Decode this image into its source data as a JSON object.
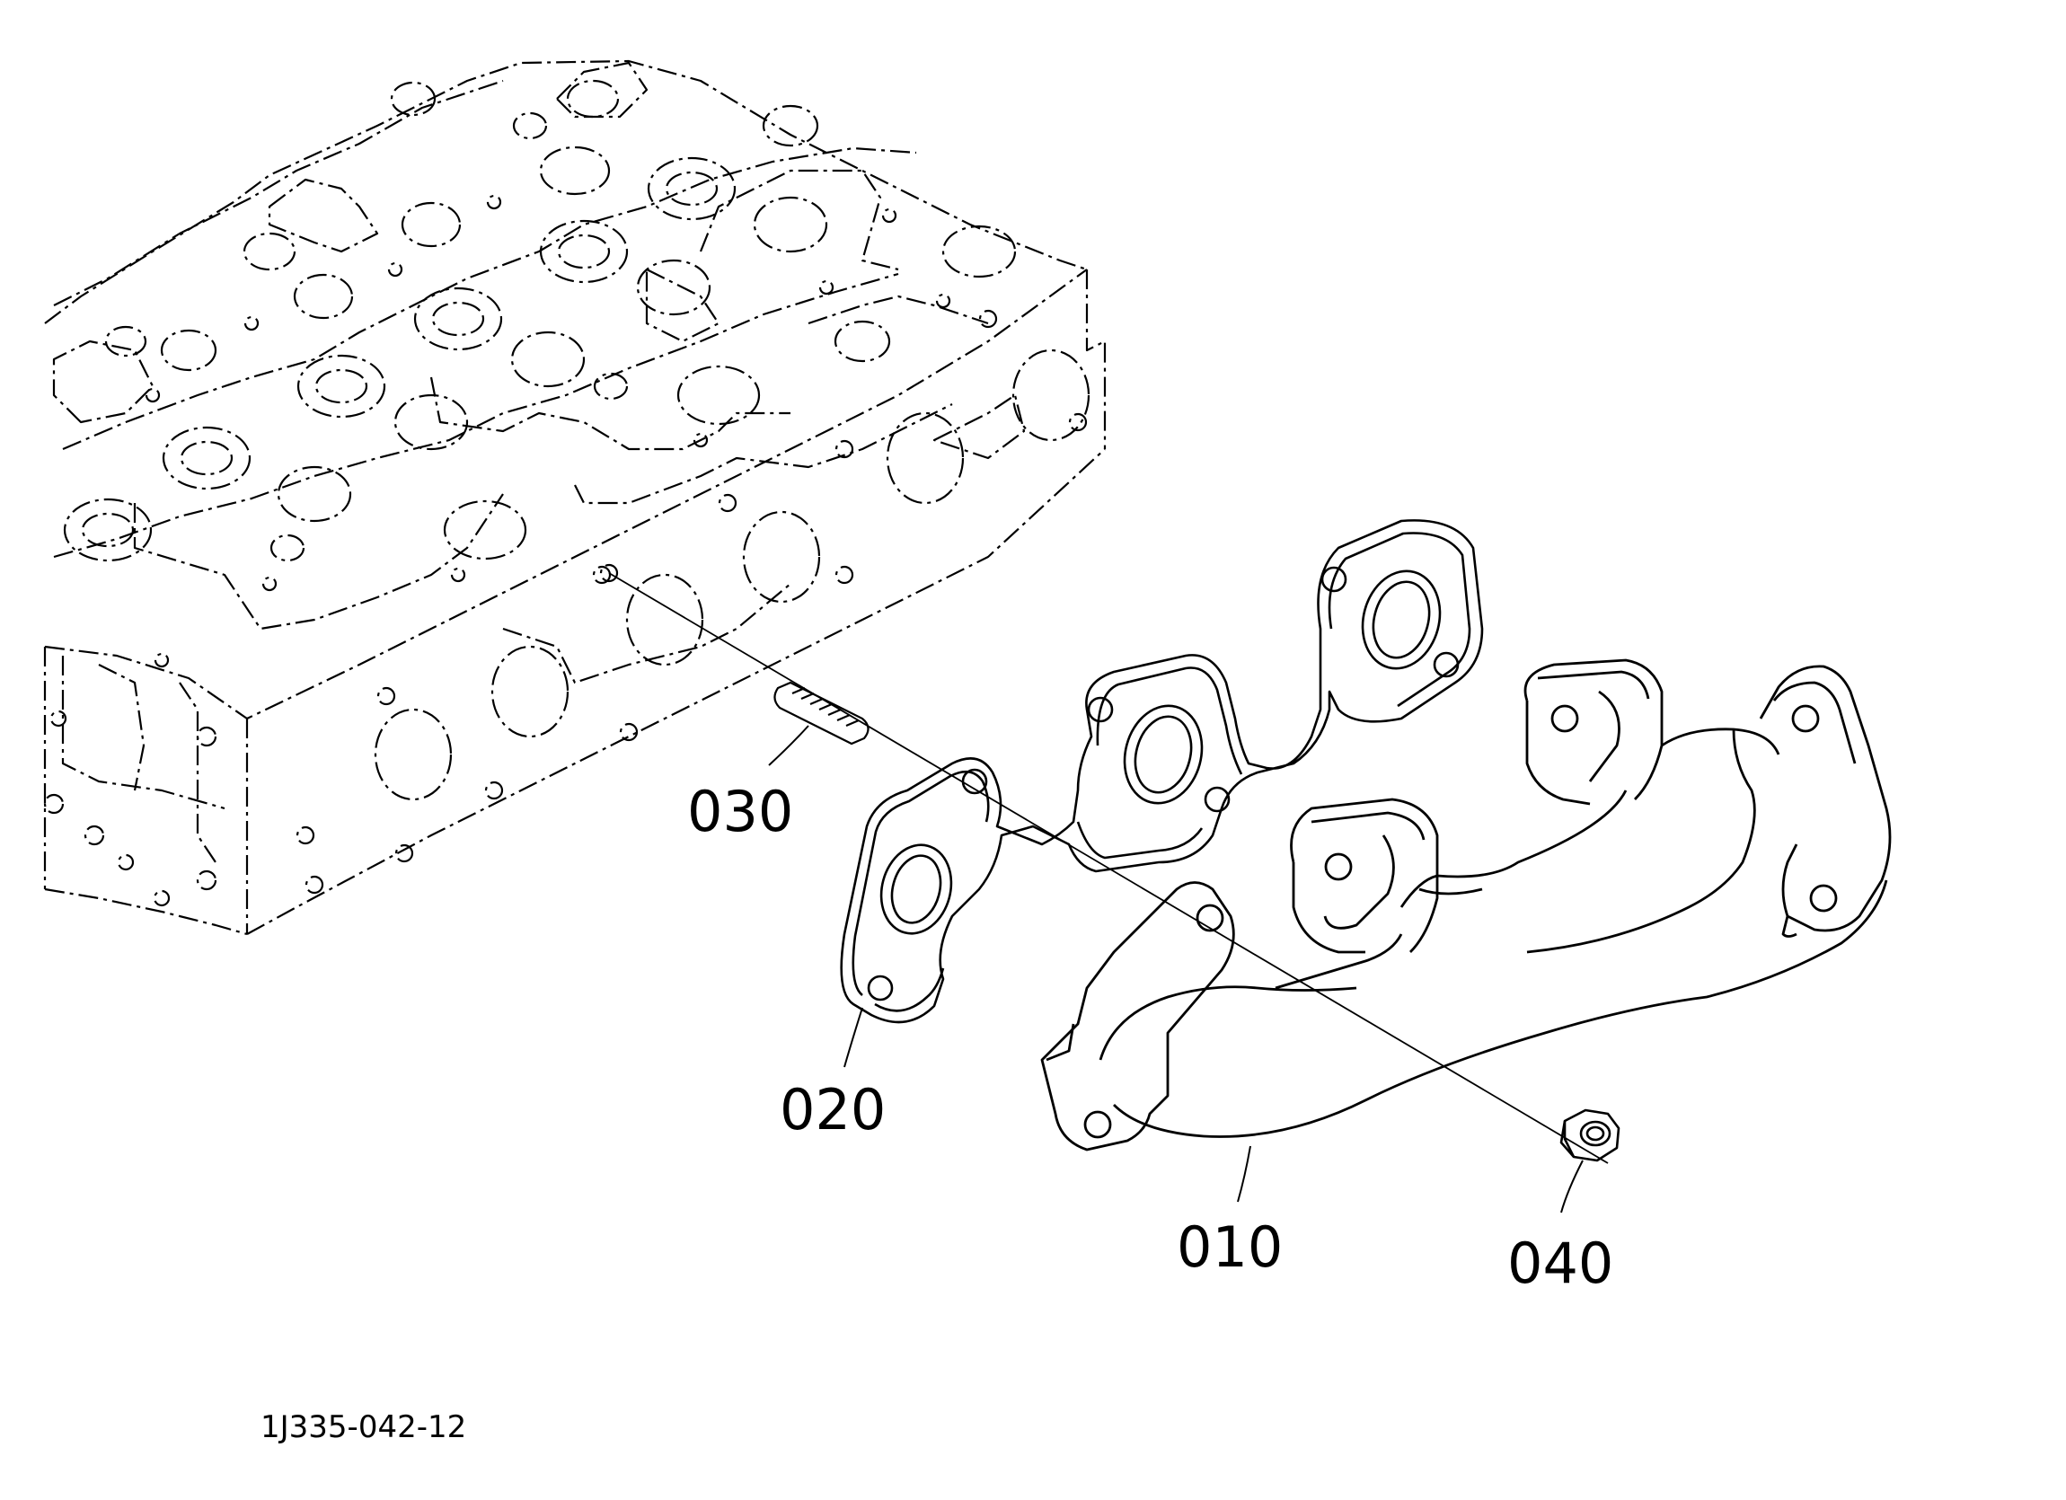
{
  "callouts": {
    "c030": "030",
    "c020": "020",
    "c010": "010",
    "c040": "040"
  },
  "drawing_number": "1J335-042-12",
  "colors": {
    "line": "#000000",
    "background": "#ffffff"
  }
}
